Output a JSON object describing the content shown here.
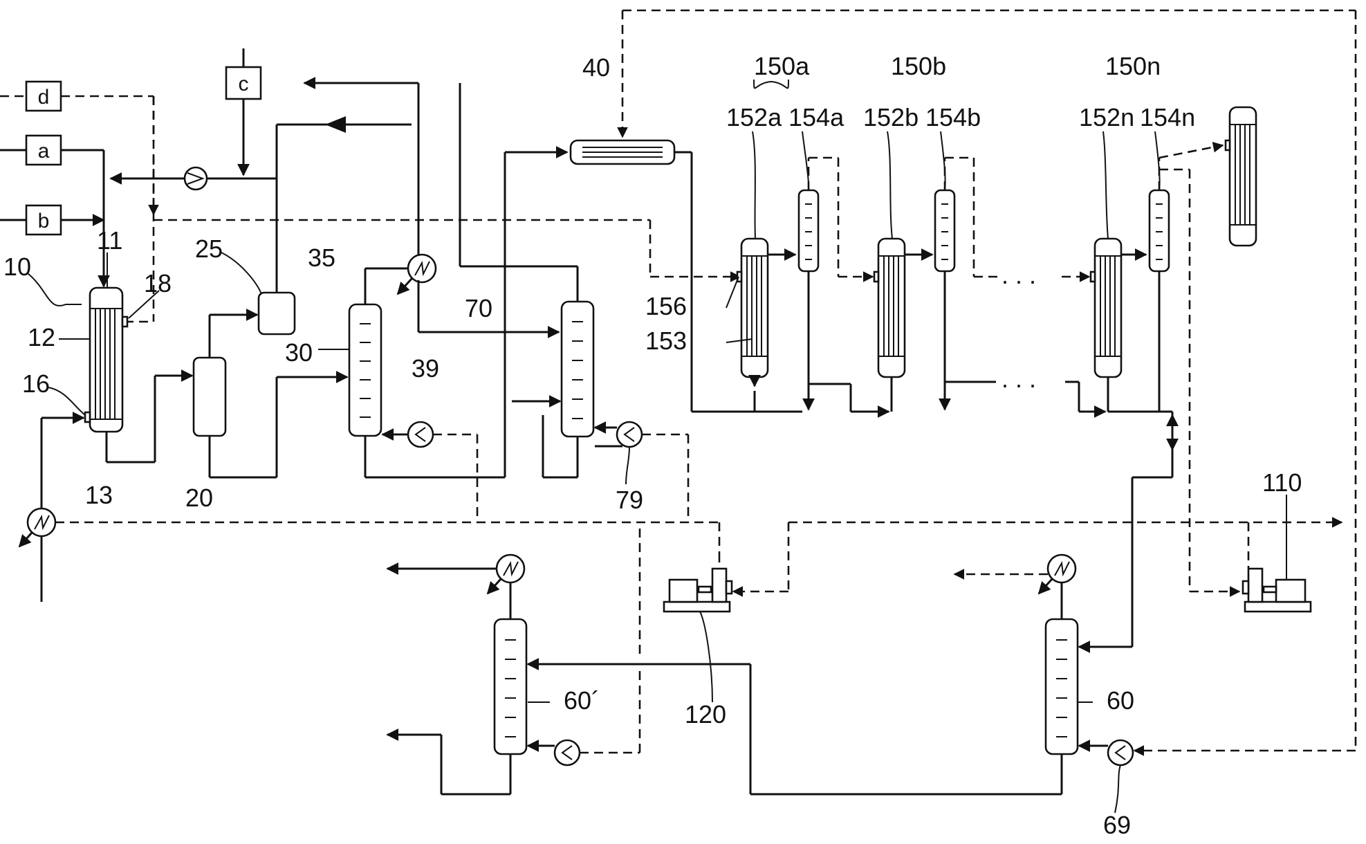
{
  "diagram": {
    "input_boxes": [
      "d",
      "a",
      "b",
      "c"
    ],
    "labels": {
      "l10": "10",
      "l11": "11",
      "l12": "12",
      "l13": "13",
      "l16": "16",
      "l18": "18",
      "l20": "20",
      "l25": "25",
      "l30": "30",
      "l35": "35",
      "l39": "39",
      "l40": "40",
      "l70": "70",
      "l79": "79",
      "l60": "60",
      "l60p": "60´",
      "l69": "69",
      "l110": "110",
      "l120": "120",
      "l150a": "150a",
      "l150b": "150b",
      "l150n": "150n",
      "l152a": "152a",
      "l154a": "154a",
      "l152b": "152b",
      "l154b": "154b",
      "l152n": "152n",
      "l154n": "154n",
      "l156": "156",
      "l153": "153"
    },
    "ellipsis": ". . .",
    "colors": {
      "line": "#111111",
      "background": "#ffffff"
    }
  }
}
